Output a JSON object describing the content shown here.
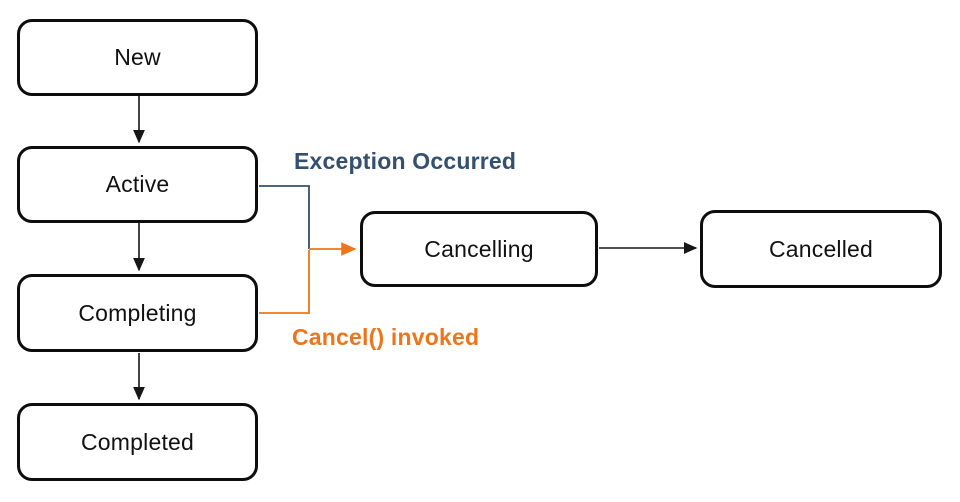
{
  "diagram": {
    "type": "state-machine",
    "nodes": [
      {
        "id": "new",
        "label": "New"
      },
      {
        "id": "active",
        "label": "Active"
      },
      {
        "id": "completing",
        "label": "Completing"
      },
      {
        "id": "completed",
        "label": "Completed"
      },
      {
        "id": "cancelling",
        "label": "Cancelling"
      },
      {
        "id": "cancelled",
        "label": "Cancelled"
      }
    ],
    "edges": [
      {
        "from": "New",
        "to": "Active",
        "style": "black-arrow"
      },
      {
        "from": "Active",
        "to": "Completing",
        "style": "black-arrow"
      },
      {
        "from": "Completing",
        "to": "Completed",
        "style": "black-arrow"
      },
      {
        "from": "Cancelling",
        "to": "Cancelled",
        "style": "black-arrow"
      },
      {
        "from": "Active",
        "to": "Cancelling",
        "style": "blue-elbow",
        "label": "Exception Occurred"
      },
      {
        "from": "Completing",
        "to": "Cancelling",
        "style": "orange-elbow",
        "label": "Cancel() invoked"
      }
    ],
    "annotations": [
      {
        "id": "exception-occurred",
        "text": "Exception Occurred",
        "color": "#33506f"
      },
      {
        "id": "cancel-invoked",
        "text": "Cancel() invoked",
        "color": "#ed751c"
      }
    ],
    "colors": {
      "box_border": "#0d0d0d",
      "arrow_black": "#161616",
      "exception_blue": "#33506f",
      "cancel_orange": "#ed751c",
      "background": "#ffffff"
    }
  }
}
